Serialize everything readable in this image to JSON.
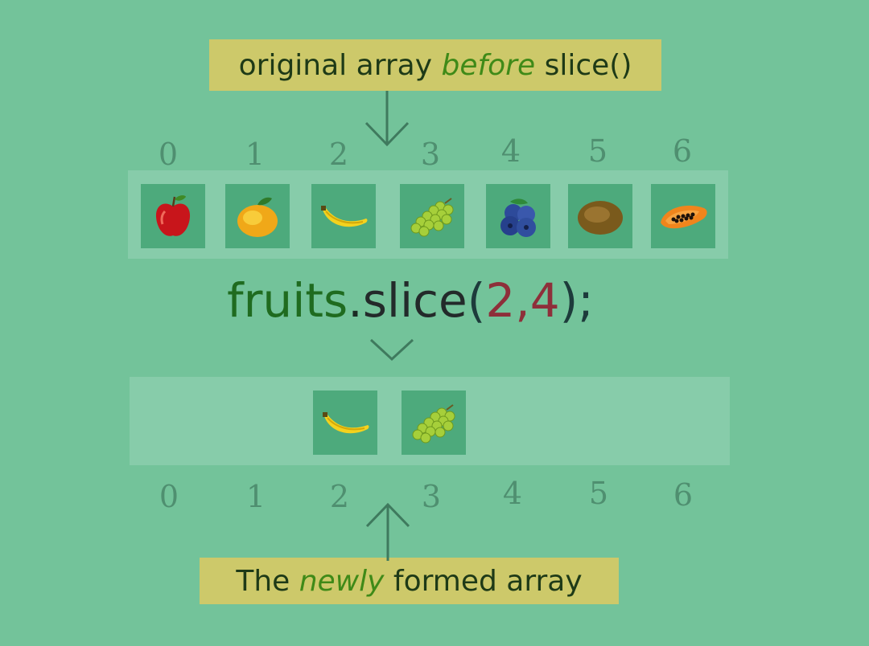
{
  "top_label": {
    "pre": "original array ",
    "em": "before",
    "post": " slice()"
  },
  "top_indices": [
    "0",
    "1",
    "2",
    "3",
    "4",
    "5",
    "6"
  ],
  "original_array": [
    {
      "name": "apple-icon"
    },
    {
      "name": "mango-icon"
    },
    {
      "name": "banana-icon"
    },
    {
      "name": "grapes-icon"
    },
    {
      "name": "blueberries-icon"
    },
    {
      "name": "kiwi-icon"
    },
    {
      "name": "papaya-icon"
    }
  ],
  "code": {
    "obj": "fruits",
    "dot": ".",
    "fn": "slice",
    "open": "(",
    "a": "2",
    "comma": ",",
    "b": "4",
    "close": ");"
  },
  "result_array": [
    {
      "name": "banana-icon"
    },
    {
      "name": "grapes-icon"
    }
  ],
  "bottom_indices": [
    "0",
    "1",
    "2",
    "3",
    "4",
    "5",
    "6"
  ],
  "bottom_label": {
    "pre": "The ",
    "em": "newly",
    "post": " formed array"
  },
  "colors": {
    "background": "#73c39a",
    "label_box": "#cdc96a",
    "tile": "#4daa7c",
    "strip": "#87ccaa"
  }
}
